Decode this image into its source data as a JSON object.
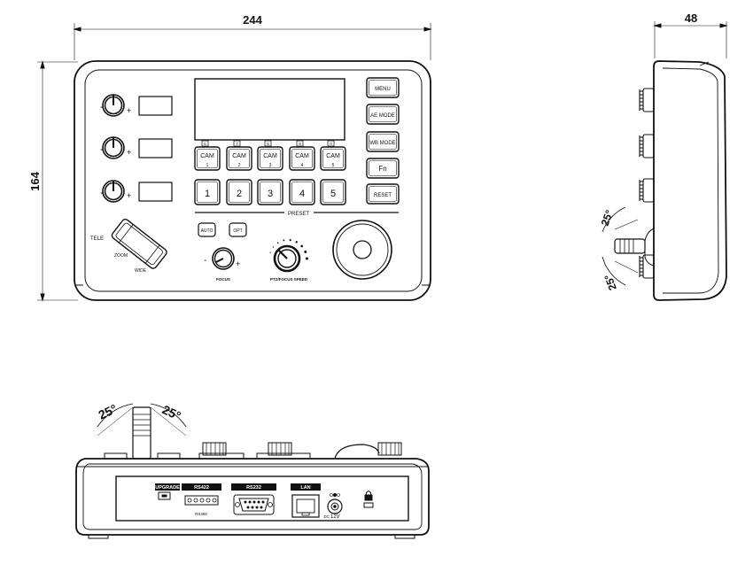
{
  "dimensions": {
    "width": "244",
    "height": "164",
    "depth": "48"
  },
  "display_label": "",
  "right_buttons": [
    "MENU",
    "AE MODE",
    "WB MODE",
    "Fn",
    "RESET"
  ],
  "cam_buttons": [
    {
      "num": "6",
      "cam": "CAM",
      "idx": "1"
    },
    {
      "num": "7",
      "cam": "CAM",
      "idx": "2"
    },
    {
      "num": "8",
      "cam": "CAM",
      "idx": "3"
    },
    {
      "num": "9",
      "cam": "CAM",
      "idx": "4"
    },
    {
      "num": "0",
      "cam": "CAM",
      "idx": "5"
    }
  ],
  "preset_buttons": [
    "1",
    "2",
    "3",
    "4",
    "5"
  ],
  "preset_label": "PRESET",
  "knob_signs": {
    "minus": "-",
    "plus": "+"
  },
  "zoom": {
    "tele": "TELE",
    "zoom": "ZOOM",
    "wide": "WIDE"
  },
  "small_buttons": [
    "AUTO",
    "OPT"
  ],
  "focus_label": "FOCUS",
  "speed_label": "PTZ/FOCUS SPEED",
  "angles": {
    "side_up": "25°",
    "side_down": "25°",
    "back_left": "25°",
    "back_right": "25°"
  },
  "ports": {
    "upgrade": "UPGRADE",
    "rs422": "RS422",
    "rs485": "RS485",
    "rs232": "RS232",
    "lan": "LAN",
    "power": "12V",
    "power_prefix": "DC"
  }
}
